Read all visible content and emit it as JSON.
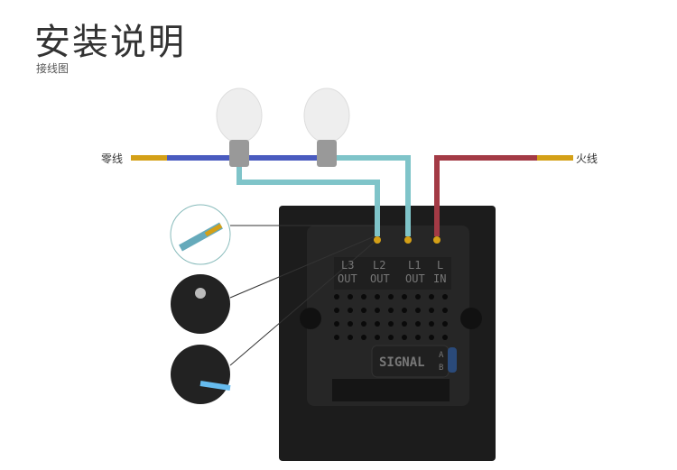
{
  "header": {
    "title": "安装说明",
    "subtitle": "接线图"
  },
  "wires": {
    "neutral_label": "零线",
    "live_label": "火线"
  },
  "terminals": [
    {
      "top": "L3",
      "bottom": "OUT"
    },
    {
      "top": "L2",
      "bottom": "OUT"
    },
    {
      "top": "L1",
      "bottom": "OUT"
    },
    {
      "top": "L",
      "bottom": "IN"
    }
  ],
  "signal": {
    "label": "SIGNAL",
    "a": "A",
    "b": "B"
  }
}
